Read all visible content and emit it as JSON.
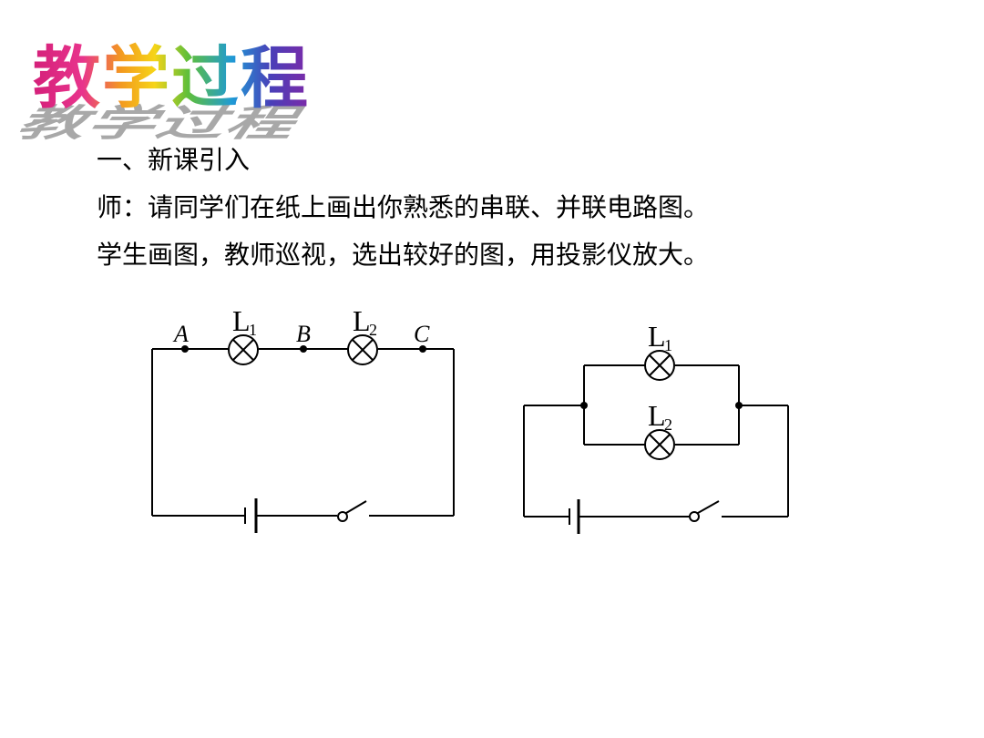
{
  "title": "教学过程",
  "section_heading": "一、新课引入",
  "teacher_line": "师：请同学们在纸上画出你熟悉的串联、并联电路图。",
  "student_line": "学生画图，教师巡视，选出较好的图，用投影仪放大。",
  "series_circuit": {
    "point_a": "A",
    "point_b": "B",
    "point_c": "C",
    "lamp1_letter": "L",
    "lamp1_sub": "1",
    "lamp2_letter": "L",
    "lamp2_sub": "2"
  },
  "parallel_circuit": {
    "lamp1_letter": "L",
    "lamp1_sub": "1",
    "lamp2_letter": "L",
    "lamp2_sub": "2"
  }
}
